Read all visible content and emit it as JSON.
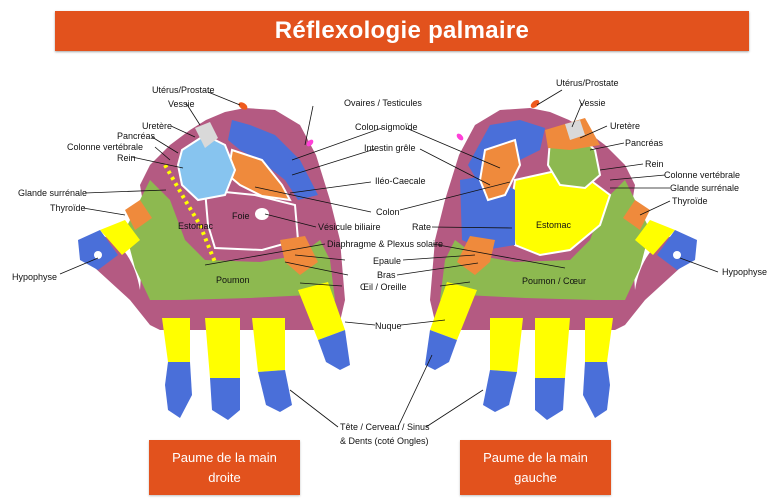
{
  "title": "Réflexologie palmaire",
  "colors": {
    "banner": "#e2521d",
    "lung_green": "#8db950",
    "mauve": "#b45a82",
    "yellow": "#ffff00",
    "blue": "#4a6fd9",
    "orange": "#ef8a3c",
    "light_blue": "#87c4ef",
    "pink": "#ff40d8"
  },
  "captions": {
    "right": {
      "line1": "Paume de la main",
      "line2": "droite"
    },
    "left": {
      "line1": "Paume de la main",
      "line2": "gauche"
    }
  },
  "labels": {
    "uterus_prostate_r": "Utérus/Prostate",
    "vessie_r": "Vessie",
    "uretere_r": "Uretère",
    "pancreas_r": "Pancréas",
    "colonne_r": "Colonne  vertébrale",
    "rein_r": "Rein",
    "glande_r": "Glande  surrénale",
    "thyroide_r": "Thyroïde",
    "hypophyse_r": "Hypophyse",
    "foie": "Foie",
    "estomac_r": "Estomac",
    "poumon_r": "Poumon",
    "ovaires": "Ovaires / Testicules",
    "colon_sig": "Colon  sigmoïde",
    "intestin": "Intestin grêle",
    "ileo": "Iléo-Caecale",
    "colon": "Colon",
    "vesicule": "Vésicule biliaire",
    "rate": "Rate",
    "diaphragme": "Diaphragme & Plexus solaire",
    "epaule": "Epaule",
    "bras": "Bras",
    "oeil": "Œil / Oreille",
    "nuque": "Nuque",
    "tete1": "Tête / Cerveau / Sinus",
    "tete2": "& Dents  (coté Ongles)",
    "uterus_prostate_l": "Utérus/Prostate",
    "vessie_l": "Vessie",
    "uretere_l": "Uretère",
    "pancreas_l": "Pancréas",
    "rein_l": "Rein",
    "colonne_l": "Colonne  vertébrale",
    "glande_l": "Glande  surrénale",
    "thyroide_l": "Thyroïde",
    "hypophyse_l": "Hypophyse",
    "estomac_l": "Estomac",
    "poumon_l": "Poumon / Cœur"
  }
}
